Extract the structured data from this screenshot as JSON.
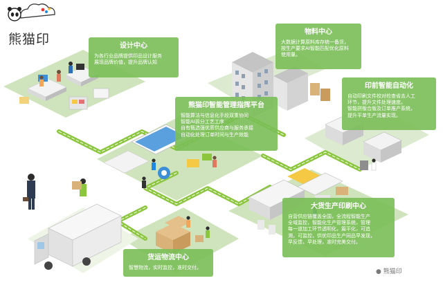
{
  "brand": {
    "name": "熊猫印"
  },
  "design": {
    "title": "设计中心",
    "lines": [
      "为各行业品牌提供印品设计服务",
      "展现品牌价值，提升品牌认知"
    ]
  },
  "material": {
    "title": "物料中心",
    "lines": [
      "大数据计算原料库存统一备货，",
      "按生产要求AI智能匹配优化原料",
      "使用量。"
    ]
  },
  "platform": {
    "title": "熊猫印智能管理指挥平台",
    "lines": [
      "智能算法与信息化手段双重协同",
      "智能AI拆分工艺工序",
      "自有甄选强优质供应商与服务承接",
      "自动化处理订单时间与生产效能"
    ]
  },
  "prepress": {
    "title": "印前智能自动化",
    "lines": [
      "自动印刷文件校对检查省去人工",
      "环节，提升文件处理速度。",
      "智能拼版合版及订单推产系统，",
      "提升平单生产流量实现。"
    ]
  },
  "production": {
    "title": "大货生产印刷中心",
    "lines": [
      "自营供应链覆盖全国，全流程智能生产",
      "全域监控，智能化生产管理系统，管理",
      "每一道加工环节透明化，篇平化，可追",
      "溯，可监控，供优印品生产同品早发现，",
      "早反馈，早处理，准时完美交付。"
    ]
  },
  "logistics": {
    "title": "货运物流中心",
    "lines": [
      "智慧物流，实时监控，准时交付。"
    ]
  },
  "watermark": {
    "text": "熊猫印"
  },
  "colors": {
    "callout": "#7abe56",
    "grass": "#cfe4bd",
    "road": "#8cc63f",
    "road_dash": "#ffffff",
    "building": "#e6e6e6",
    "roof": "#c4c4c4",
    "dark_building": "#8d8d8d",
    "accent_blue": "#3d8fd8",
    "box": "#d9b27a",
    "truck": "#ececec"
  },
  "icons": {
    "logo": "panda-cloud-icon",
    "watermark": "wechat-icon",
    "platform": "gear-icon"
  }
}
